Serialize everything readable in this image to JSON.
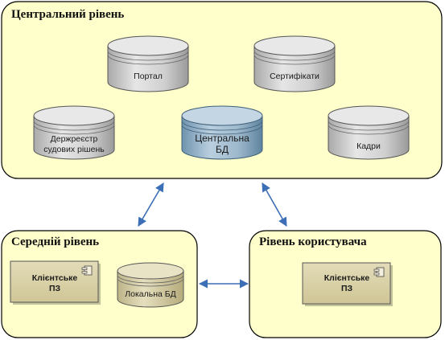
{
  "central": {
    "title": "Центральний рівень",
    "databases": {
      "portal": "Портал",
      "certificates": "Сертифікати",
      "registry_line1": "Держреєстр",
      "registry_line2": "судових рішень",
      "central_line1": "Центральна",
      "central_line2": "БД",
      "staff": "Кадри"
    }
  },
  "middle": {
    "title": "Середній рівень",
    "client_line1": "Клієнтське",
    "client_line2": "ПЗ",
    "local_db": "Локальна БД"
  },
  "user": {
    "title": "Рівень користувача",
    "client_line1": "Клієнтське",
    "client_line2": "ПЗ"
  },
  "colors": {
    "panel_fill": "#ffffcc",
    "arrow": "#3d6fb6",
    "db_gray": "#cfcfcf",
    "db_blue": "#8fb0c8",
    "component_fill": "#d9d2a6"
  }
}
